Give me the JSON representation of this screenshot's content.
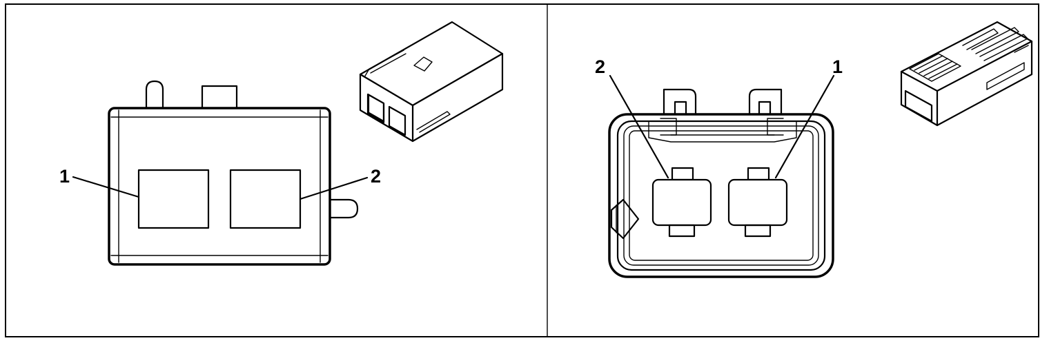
{
  "left_view": {
    "callouts": [
      {
        "label": "1"
      },
      {
        "label": "2"
      }
    ]
  },
  "right_view": {
    "callouts": [
      {
        "label": "2"
      },
      {
        "label": "1"
      }
    ]
  }
}
